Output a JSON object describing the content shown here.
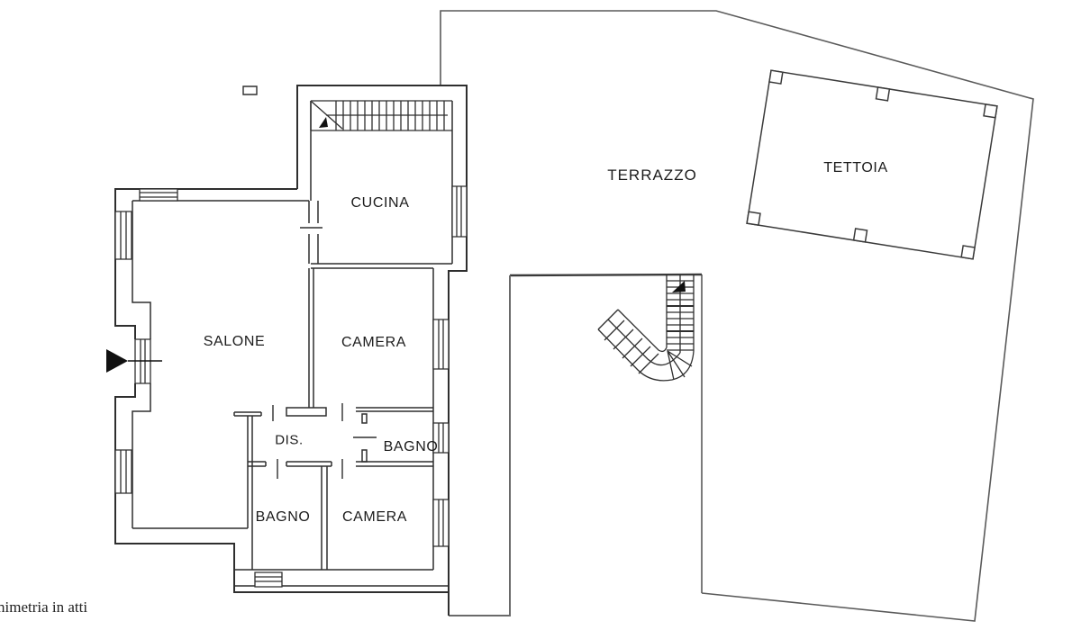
{
  "caption": "nimetria in atti",
  "rooms": {
    "cucina": "CUCINA",
    "salone": "SALONE",
    "camera_top": "CAMERA",
    "dis": "DIS.",
    "bagno_right": "BAGNO",
    "bagno_lower": "BAGNO",
    "camera_lower": "CAMERA"
  },
  "outdoor": {
    "terrazzo": "TERRAZZO",
    "tettoia": "TETTOIA"
  },
  "colors": {
    "wall": "#2e2e2e",
    "boundary": "#5a5a5a",
    "background": "#ffffff",
    "arrow": "#111111"
  }
}
